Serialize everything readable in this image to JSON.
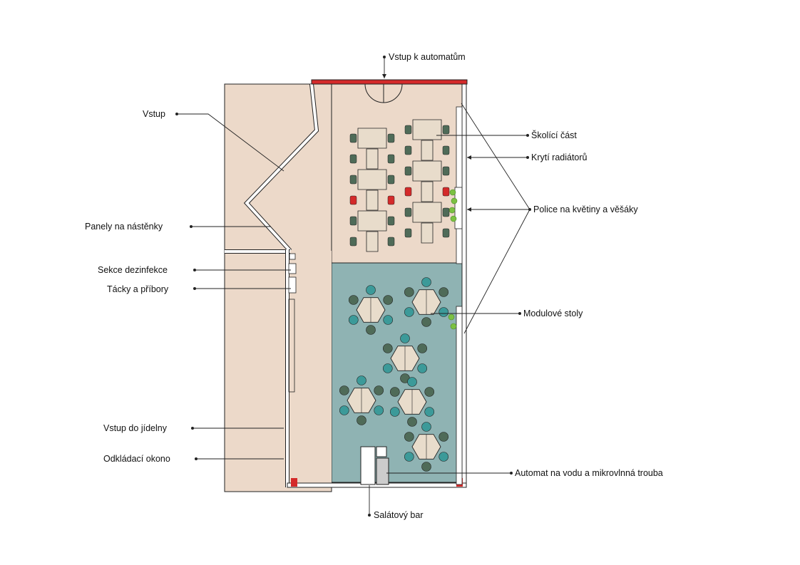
{
  "labels": {
    "vstup": "Vstup",
    "panely": "Panely na nástěnky",
    "dezinfekce": "Sekce dezinfekce",
    "tacky": "Tácky a příbory",
    "vstup_jidelna": "Vstup do jídelny",
    "okono": "Odkládací okono",
    "automaty": "Vstup k automatům",
    "skolici": "Školící část",
    "radiatory": "Krytí radiátorů",
    "police": "Police na květiny a věšáky",
    "modulove": "Modulové stoly",
    "automat_voda": "Automat na vodu a mikrovlnná trouba",
    "salatovy": "Salátový bar"
  },
  "colors": {
    "wood": "#ecd9c9",
    "carpet": "#8fb3b3",
    "accent": "#d42a2a",
    "chair_dark": "#4f6b58",
    "chair_teal": "#3c9a99",
    "chair_red": "#d42a2a",
    "table": "#e8dccb",
    "plant": "#7cc142",
    "wall": "#ffffff",
    "line": "#222222"
  },
  "icons": [
    "door-icon",
    "plant-icon",
    "chair-icon",
    "table-icon"
  ]
}
